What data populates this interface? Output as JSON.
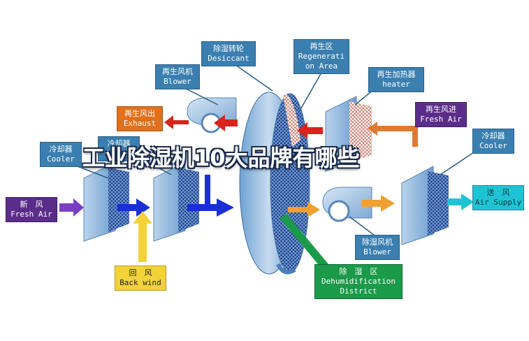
{
  "title": "工业除湿机10大品牌有哪些",
  "labels": {
    "desiccant": {
      "cn": "除湿转轮",
      "en": "Desiccant"
    },
    "regen_area": {
      "cn": "再生区",
      "en": "Regenerati on Area"
    },
    "regen_blower": {
      "cn": "再生风机",
      "en": "Blower"
    },
    "regen_heater": {
      "cn": "再生加热器",
      "en": "heater"
    },
    "exhaust": {
      "cn": "再生风出",
      "en": "Exhaust"
    },
    "regen_fresh": {
      "cn": "再生风进",
      "en": "Fresh Air"
    },
    "cooler_left": {
      "cn": "冷却器",
      "en": "Cooler"
    },
    "cooler_mid": {
      "cn": "冷却器",
      "en": "Cooler"
    },
    "cooler_right": {
      "cn": "冷却器",
      "en": "Cooler"
    },
    "fresh_air": {
      "cn": "新　风",
      "en": "Fresh Air"
    },
    "air_supply": {
      "cn": "送　风",
      "en": "Air Supply"
    },
    "back_wind": {
      "cn": "回　风",
      "en": "Back wind"
    },
    "dehum_blower": {
      "cn": "除湿风机",
      "en": "Blower"
    },
    "dehum_district": {
      "cn": "除　湿　区",
      "en": "Dehumidification District"
    }
  },
  "colors": {
    "label_blue": "#3b7fb0",
    "exhaust_orange": "#e0701e",
    "fresh_purple": "#5b2d8a",
    "return_yellow": "#f2d23a",
    "supply_cyan": "#1ec4d4",
    "dehum_green": "#1b9a4a",
    "process_blue": "#1a2fd6",
    "regen_red": "#d9241c",
    "dry_orange": "#f0a030"
  }
}
